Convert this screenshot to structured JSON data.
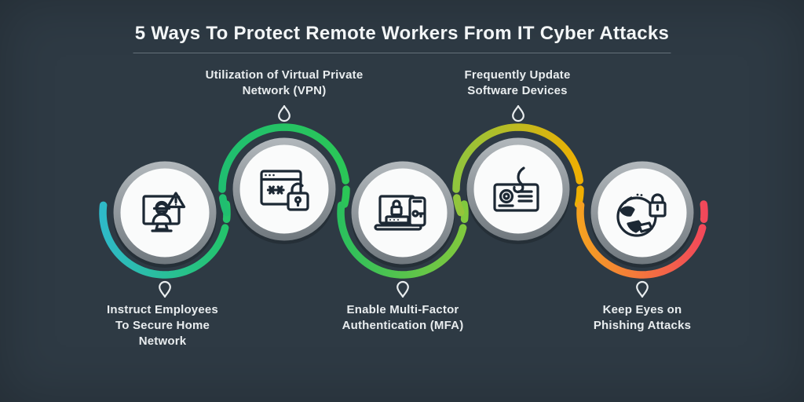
{
  "title": "5 Ways To Protect Remote Workers From IT Cyber Attacks",
  "theme": {
    "background": "#2E3A44",
    "title_color": "#F3F6F7",
    "divider_color": "#93A0A7",
    "label_color": "#E9EDEF",
    "circle_face": "#FAFBFB",
    "ring_gradient": [
      "#B4BABE",
      "#6E767C"
    ],
    "icon_ink": "#1C2834",
    "pin_color": "#E9EDEF"
  },
  "steps": [
    {
      "label": "Instruct Employees\nTo Secure Home\nNetwork",
      "label_position": "below",
      "icon": "hacker-monitor-icon",
      "arc_colors": [
        "#2FB9CB",
        "#23C567"
      ]
    },
    {
      "label": "Utilization of Virtual Private\nNetwork (VPN)",
      "label_position": "above",
      "icon": "password-lock-browser-icon",
      "arc_colors": [
        "#1FBE71",
        "#2BC756"
      ]
    },
    {
      "label": "Enable Multi-Factor\nAuthentication (MFA)",
      "label_position": "below",
      "icon": "mfa-laptop-phone-icon",
      "arc_colors": [
        "#28BF5E",
        "#84C93C"
      ]
    },
    {
      "label": "Frequently Update\nSoftware Devices",
      "label_position": "above",
      "icon": "phishing-hook-mail-icon",
      "arc_colors": [
        "#8DC63F",
        "#F2AE00"
      ]
    },
    {
      "label": "Keep Eyes on\nPhishing Attacks",
      "label_position": "below",
      "icon": "globe-security-lock-icon",
      "arc_colors": [
        "#F5A41F",
        "#F2455C"
      ]
    }
  ]
}
